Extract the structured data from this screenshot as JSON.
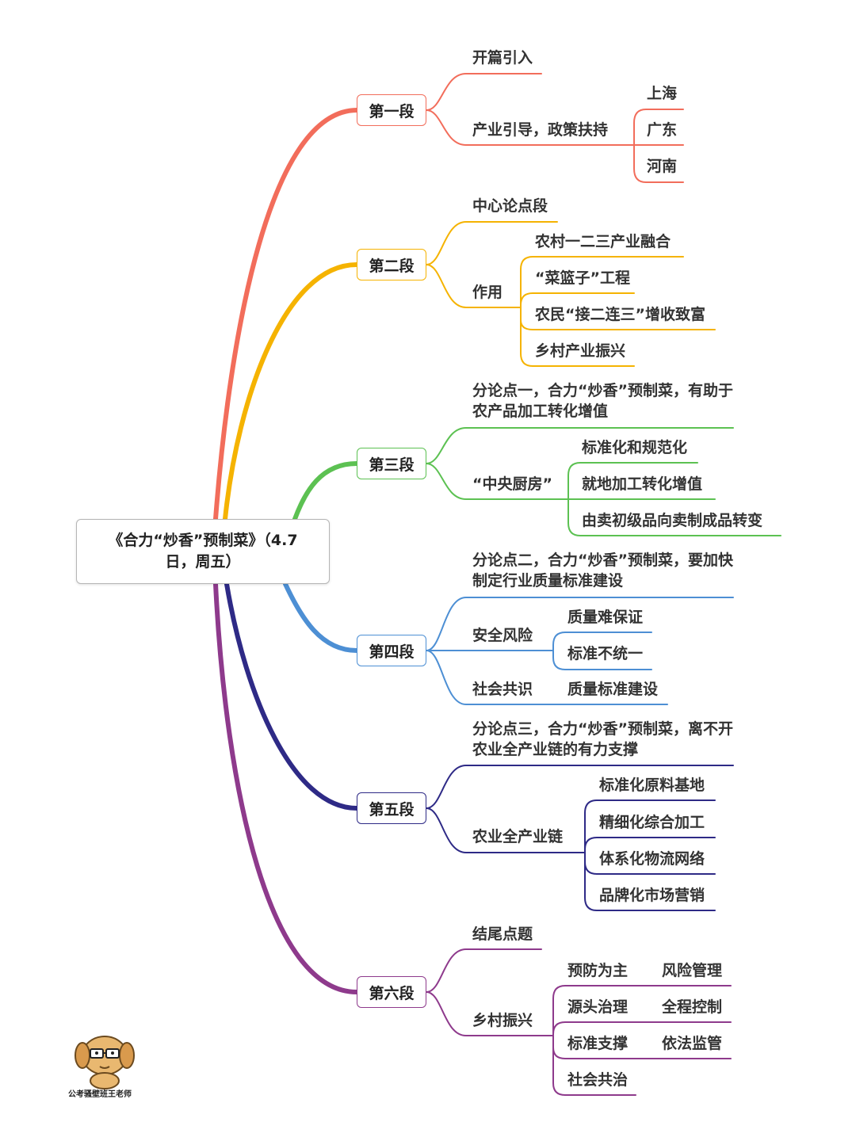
{
  "root": {
    "title": "《合力“炒香”预制菜》（4.7日，周五）"
  },
  "sections": [
    {
      "label": "第一段",
      "color": "#f26d5b"
    },
    {
      "label": "第二段",
      "color": "#f5b301"
    },
    {
      "label": "第三段",
      "color": "#5cc152"
    },
    {
      "label": "第四段",
      "color": "#4d8fd4"
    },
    {
      "label": "第五段",
      "color": "#2e2a86"
    },
    {
      "label": "第六段",
      "color": "#8e3a8c"
    }
  ],
  "nodes": {
    "s1_a": "开篇引入",
    "s1_b": "产业引导，政策扶持",
    "s1_b1": "上海",
    "s1_b2": "广东",
    "s1_b3": "河南",
    "s2_a": "中心论点段",
    "s2_b": "作用",
    "s2_b1": "农村一二三产业融合",
    "s2_b2": "“菜篮子”工程",
    "s2_b3": "农民“接二连三”增收致富",
    "s2_b4": "乡村产业振兴",
    "s3_a": "分论点一，合力“炒香”预制菜，有助于农产品加工转化增值",
    "s3_b": "“中央厨房”",
    "s3_b1": "标准化和规范化",
    "s3_b2": "就地加工转化增值",
    "s3_b3": "由卖初级品向卖制成品转变",
    "s4_a": "分论点二，合力“炒香”预制菜，要加快制定行业质量标准建设",
    "s4_b": "安全风险",
    "s4_b1": "质量难保证",
    "s4_b2": "标准不统一",
    "s4_c": "社会共识",
    "s4_c1": "质量标准建设",
    "s5_a": "分论点三，合力“炒香”预制菜，离不开农业全产业链的有力支撑",
    "s5_b": "农业全产业链",
    "s5_b1": "标准化原料基地",
    "s5_b2": "精细化综合加工",
    "s5_b3": "体系化物流网络",
    "s5_b4": "品牌化市场营销",
    "s6_a": "结尾点题",
    "s6_b": "乡村振兴",
    "s6_b1": "预防为主",
    "s6_b1x": "风险管理",
    "s6_b2": "源头治理",
    "s6_b2x": "全程控制",
    "s6_b3": "标准支撑",
    "s6_b3x": "依法监管",
    "s6_b4": "社会共治"
  },
  "watermark": {
    "text": "公考骚壁班王老师"
  }
}
